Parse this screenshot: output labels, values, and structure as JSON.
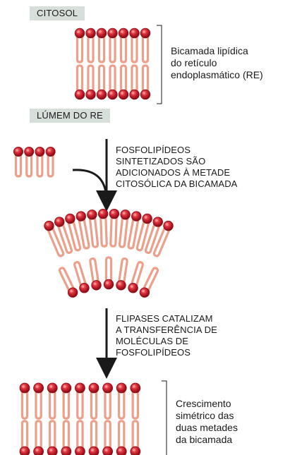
{
  "compartments": {
    "cytosol": "CITOSOL",
    "er_lumen": "LÚMEM DO RE"
  },
  "bilayer_caption": [
    "Bicamada lipídica",
    "do retículo",
    "endoplasmático (RE)"
  ],
  "step1": [
    "FOSFOLIPÍDEOS",
    "SINTETIZADOS SÃO",
    "ADICIONADOS À METADE",
    "CITOSÓLICA DA BICAMADA"
  ],
  "step2": [
    "FLIPASES CATALIZAM",
    "A TRANSFERÊNCIA DE",
    "MOLÉCULAS DE",
    "FOSFOLIPÍDEOS"
  ],
  "result_caption": [
    "Crescimento",
    "simétrico das",
    "duas metades",
    "da bicamada"
  ],
  "colors": {
    "head": "#c8202e",
    "head_dark": "#8e0f18",
    "tail": "#eaa08a",
    "label_bg": "#d7dfdb",
    "line": "#1a1a1a"
  }
}
